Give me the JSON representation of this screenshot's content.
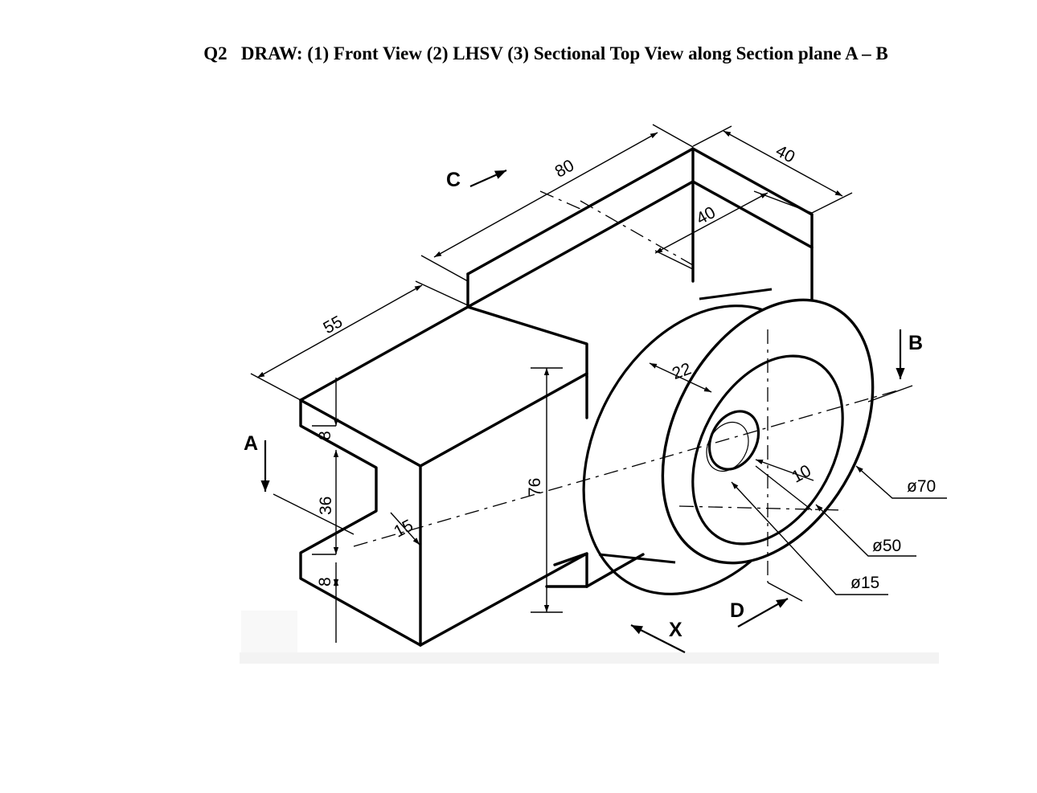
{
  "question": {
    "number": "Q2",
    "text": "DRAW: (1) Front View (2) LHSV (3) Sectional Top View along Section plane A – B"
  },
  "dimensions": {
    "len_80": "80",
    "len_40_top": "40",
    "len_40_mid": "40",
    "len_55": "55",
    "wall_22": "22",
    "slot_8_top": "8",
    "slot_36": "36",
    "slot_8_bottom": "8",
    "depth_15": "15",
    "height_76": "76",
    "dim_10": "10",
    "dia_70": "ø70",
    "dia_50": "ø50",
    "dia_15": "ø15"
  },
  "labels": {
    "A": "A",
    "B": "B",
    "C": "C",
    "D": "D",
    "X": "X"
  }
}
